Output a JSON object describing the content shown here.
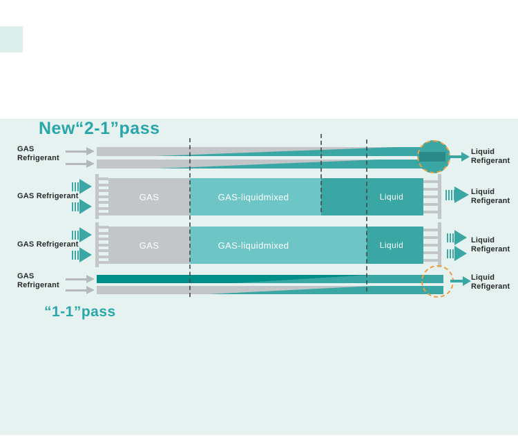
{
  "colors": {
    "panel_bg": "#e6f2ef",
    "bar_gray": "#c3c6c8",
    "teal_light": "#6dc6c5",
    "teal_medium": "#3aa7a4",
    "teal_dark_green": "#008f88",
    "teal_deep": "#2b8a87",
    "title_teal": "#2aa6ab",
    "highlight_orange": "#ef9f42",
    "boundary_dash_gray": "#474d50",
    "arrow_gray": "#b5b8ba"
  },
  "titles": {
    "new_pass": "New“2-1”pass",
    "old_pass": "“1-1”pass"
  },
  "pass21": {
    "tube": {
      "left_label": [
        "GAS",
        "Refrigerant"
      ],
      "right_label": [
        "Liquid",
        "Refigerant"
      ]
    },
    "slab": {
      "left_label": "GAS Refrigerant",
      "segments": [
        {
          "label": "GAS"
        },
        {
          "label": "GAS-liquidmixed"
        },
        {
          "label": "Liquid"
        }
      ],
      "right_label": [
        "Liquid",
        "Refigerant"
      ]
    }
  },
  "pass11": {
    "slab": {
      "left_label": "GAS Refrigerant",
      "segments": [
        {
          "label": "GAS"
        },
        {
          "label": "GAS-liquidmixed"
        },
        {
          "label": "Liquid"
        }
      ],
      "right_label": [
        "Liquid",
        "Refigerant"
      ]
    },
    "tube": {
      "left_label": [
        "GAS",
        "Refrigerant"
      ],
      "right_label": [
        "Liquid",
        "Refigerant"
      ]
    }
  }
}
